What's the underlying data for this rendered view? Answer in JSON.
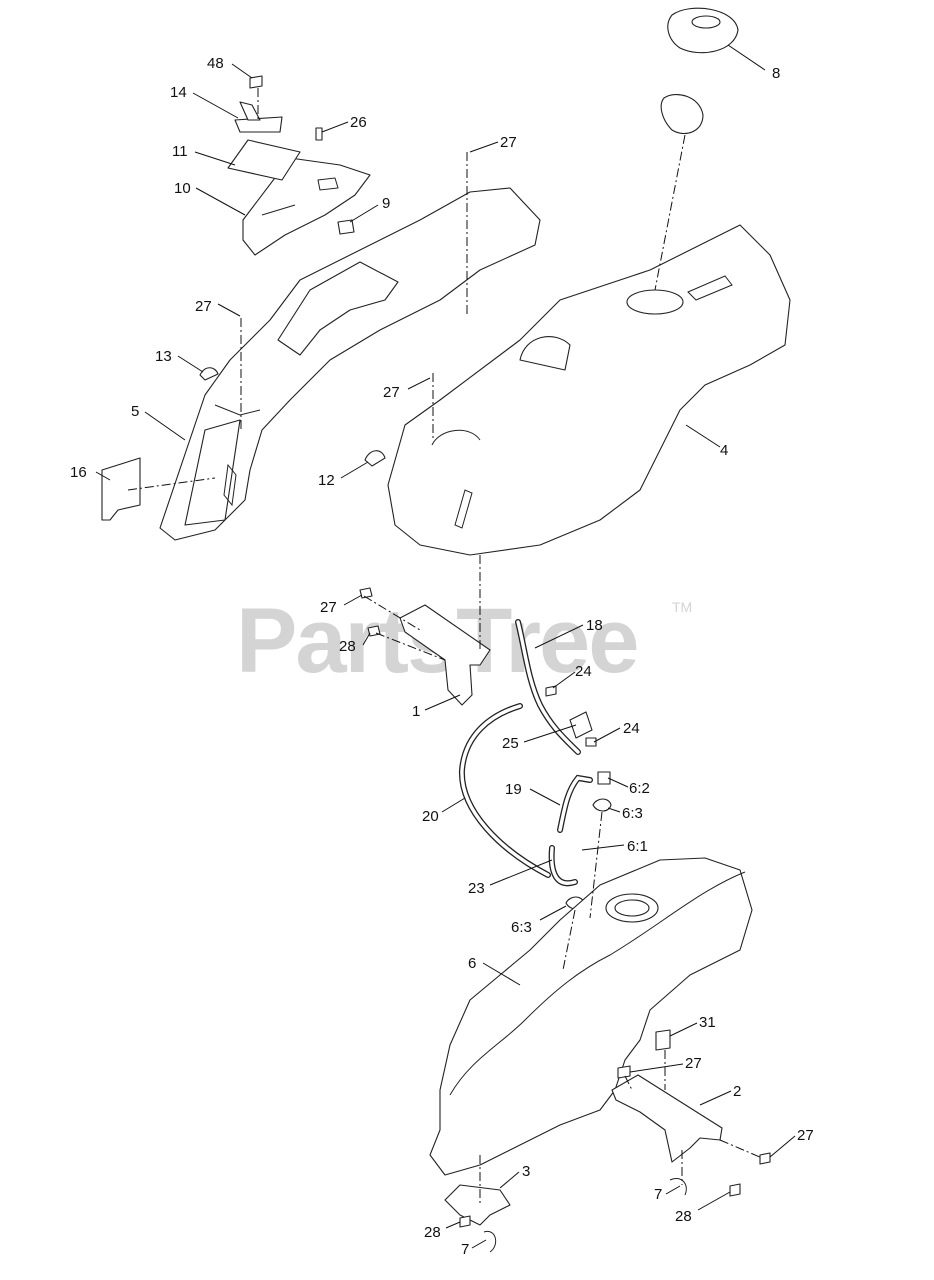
{
  "watermark": {
    "text": "PartsTree",
    "tm": "TM"
  },
  "callouts": [
    {
      "id": "c48",
      "text": "48"
    },
    {
      "id": "c14",
      "text": "14"
    },
    {
      "id": "c26",
      "text": "26"
    },
    {
      "id": "c11",
      "text": "11"
    },
    {
      "id": "c27a",
      "text": "27"
    },
    {
      "id": "c10",
      "text": "10"
    },
    {
      "id": "c9",
      "text": "9"
    },
    {
      "id": "c8",
      "text": "8"
    },
    {
      "id": "c27b",
      "text": "27"
    },
    {
      "id": "c13",
      "text": "13"
    },
    {
      "id": "c27c",
      "text": "27"
    },
    {
      "id": "c5",
      "text": "5"
    },
    {
      "id": "c4",
      "text": "4"
    },
    {
      "id": "c16",
      "text": "16"
    },
    {
      "id": "c12",
      "text": "12"
    },
    {
      "id": "c27d",
      "text": "27"
    },
    {
      "id": "c18",
      "text": "18"
    },
    {
      "id": "c28a",
      "text": "28"
    },
    {
      "id": "c24a",
      "text": "24"
    },
    {
      "id": "c1",
      "text": "1"
    },
    {
      "id": "c25",
      "text": "25"
    },
    {
      "id": "c24b",
      "text": "24"
    },
    {
      "id": "c6_2",
      "text": "6:2"
    },
    {
      "id": "c19",
      "text": "19"
    },
    {
      "id": "c6_3a",
      "text": "6:3"
    },
    {
      "id": "c20",
      "text": "20"
    },
    {
      "id": "c6_1",
      "text": "6:1"
    },
    {
      "id": "c23",
      "text": "23"
    },
    {
      "id": "c6_3b",
      "text": "6:3"
    },
    {
      "id": "c6",
      "text": "6"
    },
    {
      "id": "c31",
      "text": "31"
    },
    {
      "id": "c27e",
      "text": "27"
    },
    {
      "id": "c2",
      "text": "2"
    },
    {
      "id": "c27f",
      "text": "27"
    },
    {
      "id": "c3",
      "text": "3"
    },
    {
      "id": "c7a",
      "text": "7"
    },
    {
      "id": "c28b",
      "text": "28"
    },
    {
      "id": "c28c",
      "text": "28"
    },
    {
      "id": "c7b",
      "text": "7"
    }
  ]
}
